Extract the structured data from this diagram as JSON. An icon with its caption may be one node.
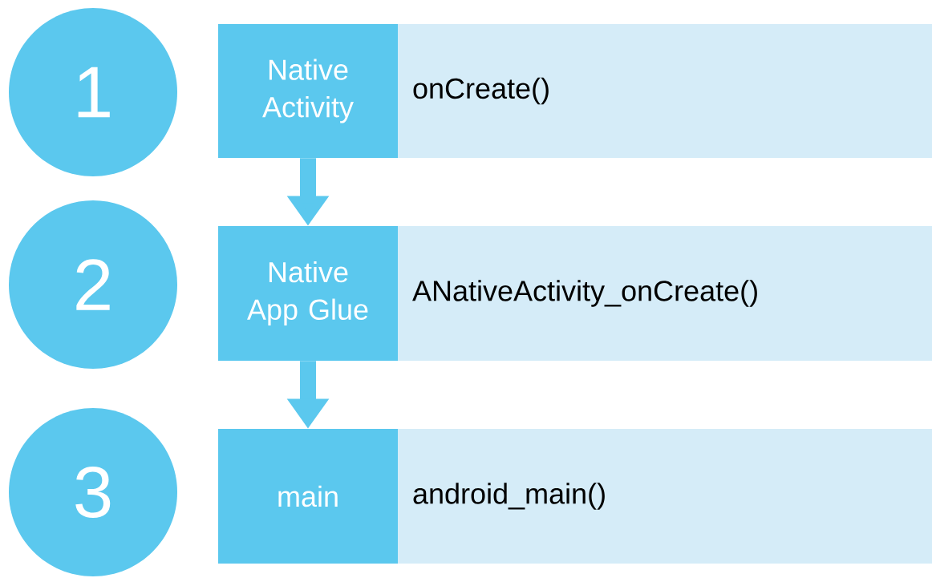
{
  "diagram": {
    "nodes": [
      {
        "text": [
          "1"
        ]
      },
      {
        "text": [
          "Native Activity"
        ]
      },
      {
        "text": [
          "onCreate()"
        ]
      },
      {
        "text": [
          "2"
        ]
      },
      {
        "text": [
          "Native App Glue"
        ]
      },
      {
        "text": [
          "ANativeActivity_onCreate()"
        ]
      },
      {
        "text": [
          "3"
        ]
      },
      {
        "text": [
          "main"
        ]
      },
      {
        "text": [
          "android_main()"
        ]
      }
    ],
    "edges": [
      {
        "from": 1,
        "to": 4,
        "arrow": "to"
      },
      {
        "from": 4,
        "to": 7,
        "arrow": "to"
      }
    ]
  }
}
